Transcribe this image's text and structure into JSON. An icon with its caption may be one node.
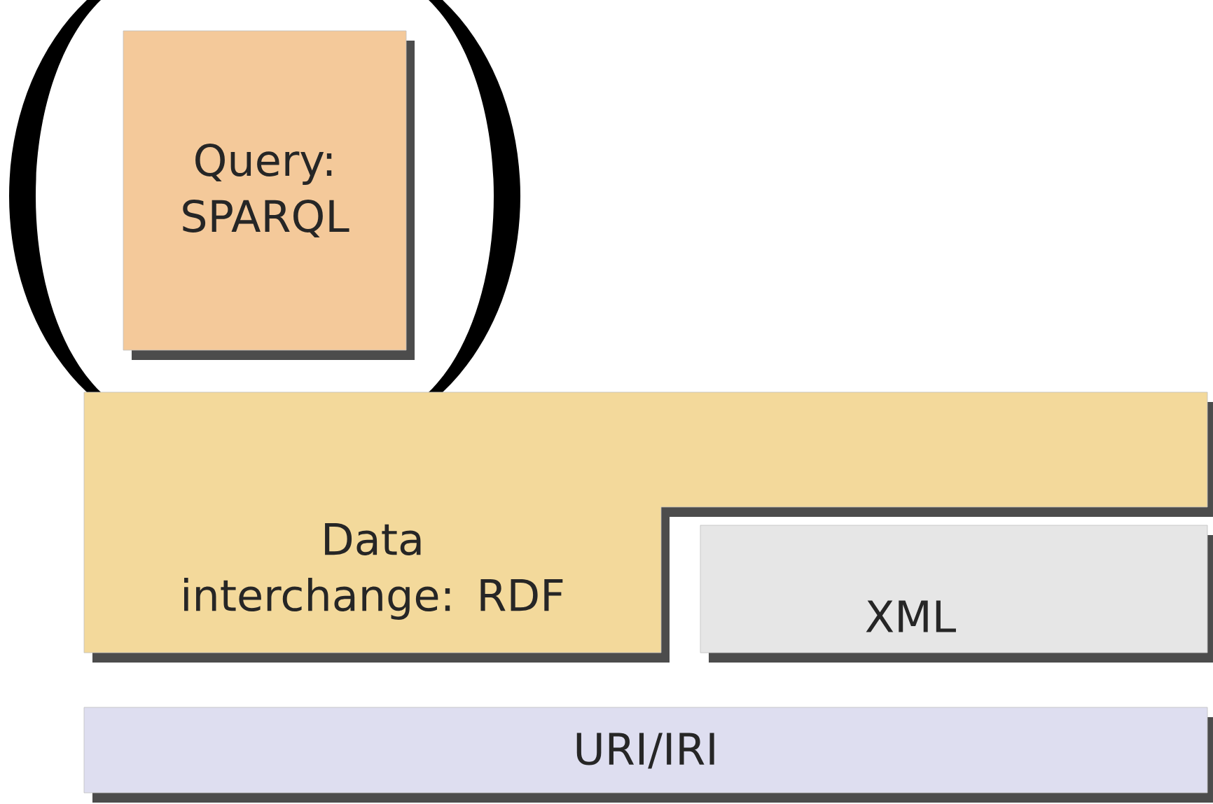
{
  "diagram": {
    "nodes": [
      {
        "text": [
          "Query: SPARQL"
        ]
      },
      {
        "text": [
          "Data interchange: RDF"
        ]
      },
      {
        "text": [
          "XML"
        ]
      },
      {
        "text": [
          "URI/IRI"
        ]
      }
    ]
  }
}
